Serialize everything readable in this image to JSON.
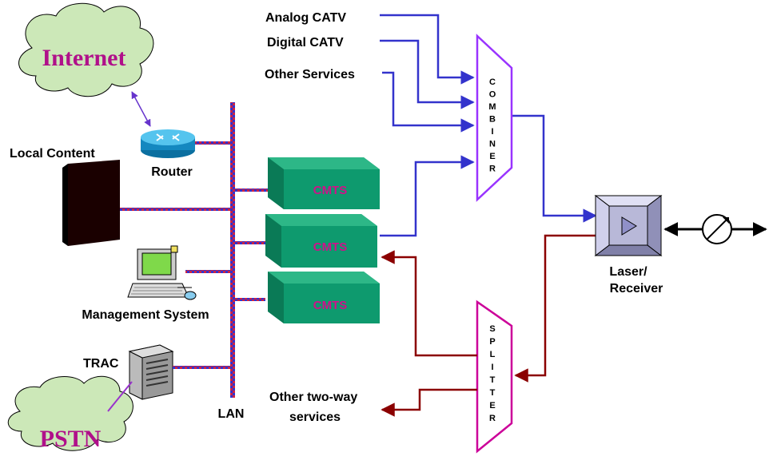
{
  "diagram": {
    "clouds": {
      "internet": "Internet",
      "pstn": "PSTN"
    },
    "devices": {
      "router": "Router",
      "local_content": "Local Content",
      "management": "Management System",
      "trac": "TRAC",
      "lan": "LAN",
      "laser_line1": "Laser/",
      "laser_line2": "Receiver"
    },
    "cmts": [
      "CMTS",
      "CMTS",
      "CMTS"
    ],
    "services": {
      "analog": "Analog CATV",
      "digital": "Digital CATV",
      "other": "Other Services",
      "two_way_line1": "Other two-way",
      "two_way_line2": "services"
    },
    "combiner_letters": [
      "C",
      "O",
      "M",
      "B",
      "I",
      "N",
      "E",
      "R"
    ],
    "splitter_letters": [
      "S",
      "P",
      "L",
      "I",
      "T",
      "T",
      "E",
      "R"
    ],
    "colors": {
      "forward_path": "#3333cc",
      "return_path": "#8b0000",
      "lan_bus": "#3333cc",
      "combiner_outline": "#9933ff",
      "splitter_outline": "#cc0099",
      "cmts_fill": "#0e9a6e",
      "cloud_fill": "#cce8b8",
      "cloud_text": "#b0108a"
    }
  }
}
